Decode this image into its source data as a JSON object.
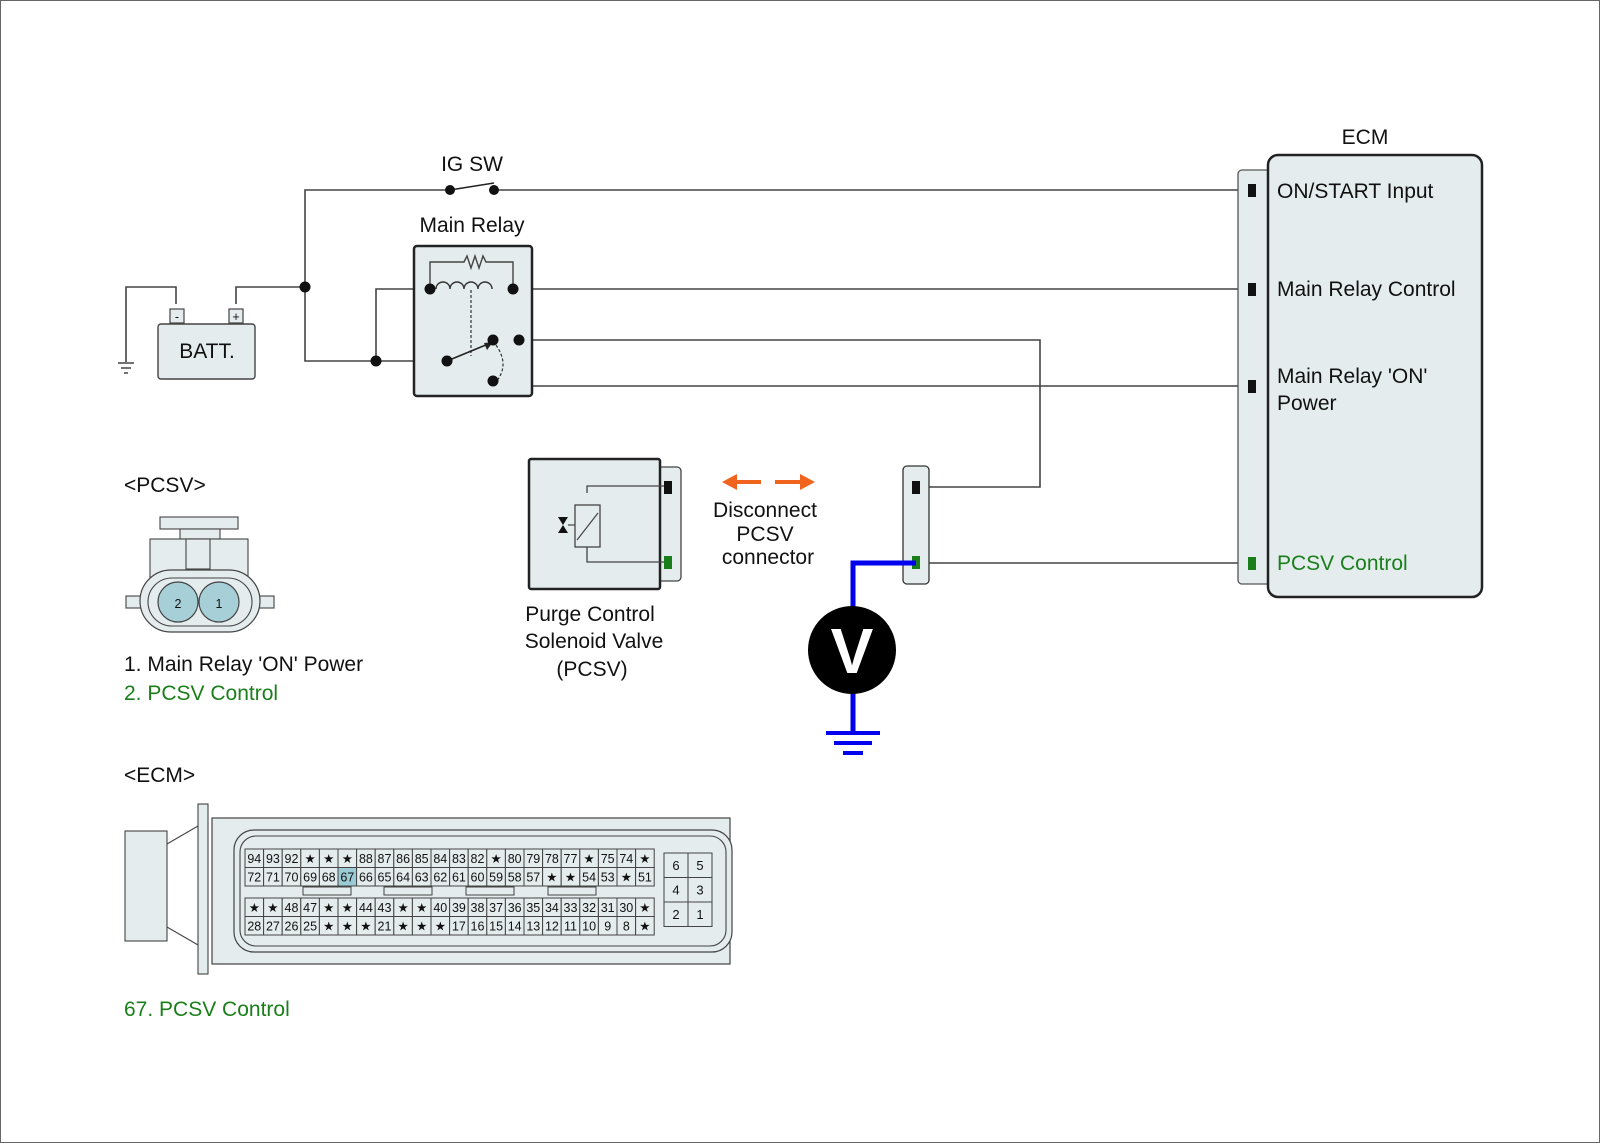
{
  "colors": {
    "wire": "#444444",
    "component_fill": "#e4ecee",
    "pcsv_signal": "#1a7f1a",
    "probe_wire": "#0000ee",
    "disconnect_arrow": "#f0641e",
    "highlight_pin": "#9ccbd6",
    "pin_circle": "#a7cfd8"
  },
  "labels": {
    "ig_sw": "IG SW",
    "main_relay": "Main Relay",
    "battery": "BATT.",
    "battery_neg": "-",
    "battery_pos": "+",
    "ecm_title": "ECM",
    "disconnect": [
      "Disconnect",
      "PCSV",
      "connector"
    ],
    "pcsv_component": [
      "Purge Control",
      "Solenoid Valve",
      "(PCSV)"
    ],
    "voltmeter": "V"
  },
  "ecm_pins": [
    {
      "label": "ON/START Input",
      "color": "black"
    },
    {
      "label": "Main Relay Control",
      "color": "black"
    },
    {
      "label": "Main Relay 'ON'",
      "label2": "Power",
      "color": "black"
    },
    {
      "label": "PCSV Control",
      "color": "green"
    }
  ],
  "pcsv_connector": {
    "title": "<PCSV>",
    "pins": [
      "2",
      "1"
    ],
    "legend": [
      {
        "text": "1. Main Relay 'ON' Power",
        "color": "black"
      },
      {
        "text": "2. PCSV Control",
        "color": "green"
      }
    ]
  },
  "ecm_connector": {
    "title": "<ECM>",
    "highlight": "67",
    "rows": [
      [
        "94",
        "93",
        "92",
        "★",
        "★",
        "★",
        "88",
        "87",
        "86",
        "85",
        "84",
        "83",
        "82",
        "★",
        "80",
        "79",
        "78",
        "77",
        "★",
        "75",
        "74",
        "★"
      ],
      [
        "72",
        "71",
        "70",
        "69",
        "68",
        "67",
        "66",
        "65",
        "64",
        "63",
        "62",
        "61",
        "60",
        "59",
        "58",
        "57",
        "★",
        "★",
        "54",
        "53",
        "★",
        "51"
      ],
      [
        "★",
        "★",
        "48",
        "47",
        "★",
        "★",
        "44",
        "43",
        "★",
        "★",
        "40",
        "39",
        "38",
        "37",
        "36",
        "35",
        "34",
        "33",
        "32",
        "31",
        "30",
        "★"
      ],
      [
        "28",
        "27",
        "26",
        "25",
        "★",
        "★",
        "★",
        "21",
        "★",
        "★",
        "★",
        "17",
        "16",
        "15",
        "14",
        "13",
        "12",
        "11",
        "10",
        "9",
        "8",
        "★"
      ]
    ],
    "side_block": [
      [
        "6",
        "5"
      ],
      [
        "4",
        "3"
      ],
      [
        "2",
        "1"
      ]
    ],
    "legend": "67. PCSV Control"
  }
}
